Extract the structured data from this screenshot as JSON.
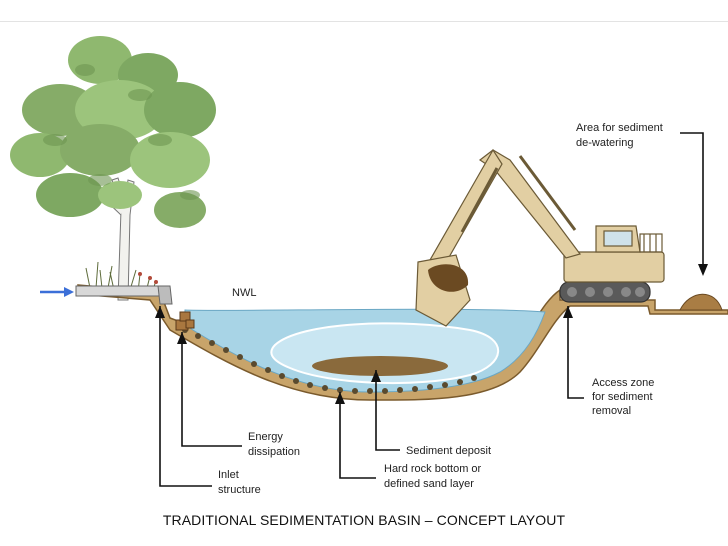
{
  "labels": {
    "nwl": "NWL",
    "dewatering_1": "Area for sediment",
    "dewatering_2": "de-watering",
    "access_1": "Access zone",
    "access_2": "for sediment",
    "access_3": "removal",
    "sediment": "Sediment deposit",
    "hardrock_1": "Hard rock bottom or",
    "hardrock_2": "defined sand layer",
    "energy_1": "Energy",
    "energy_2": "dissipation",
    "inlet_1": "Inlet",
    "inlet_2": "structure"
  },
  "caption": "TRADITIONAL SEDIMENTATION BASIN – CONCEPT LAYOUT",
  "colors": {
    "water": "#a8d4e6",
    "water_inner": "#c9e6f2",
    "sediment": "#8a6a3c",
    "ground": "#c8a46a",
    "ground_dark": "#7a5a2c",
    "excavator": "#e2cfa3",
    "tree": "#86ac68",
    "inflow_arrow": "#3b6fd8"
  },
  "icons": [
    "tree-icon",
    "excavator-icon",
    "inflow-arrow-icon",
    "soil-pile-icon"
  ]
}
